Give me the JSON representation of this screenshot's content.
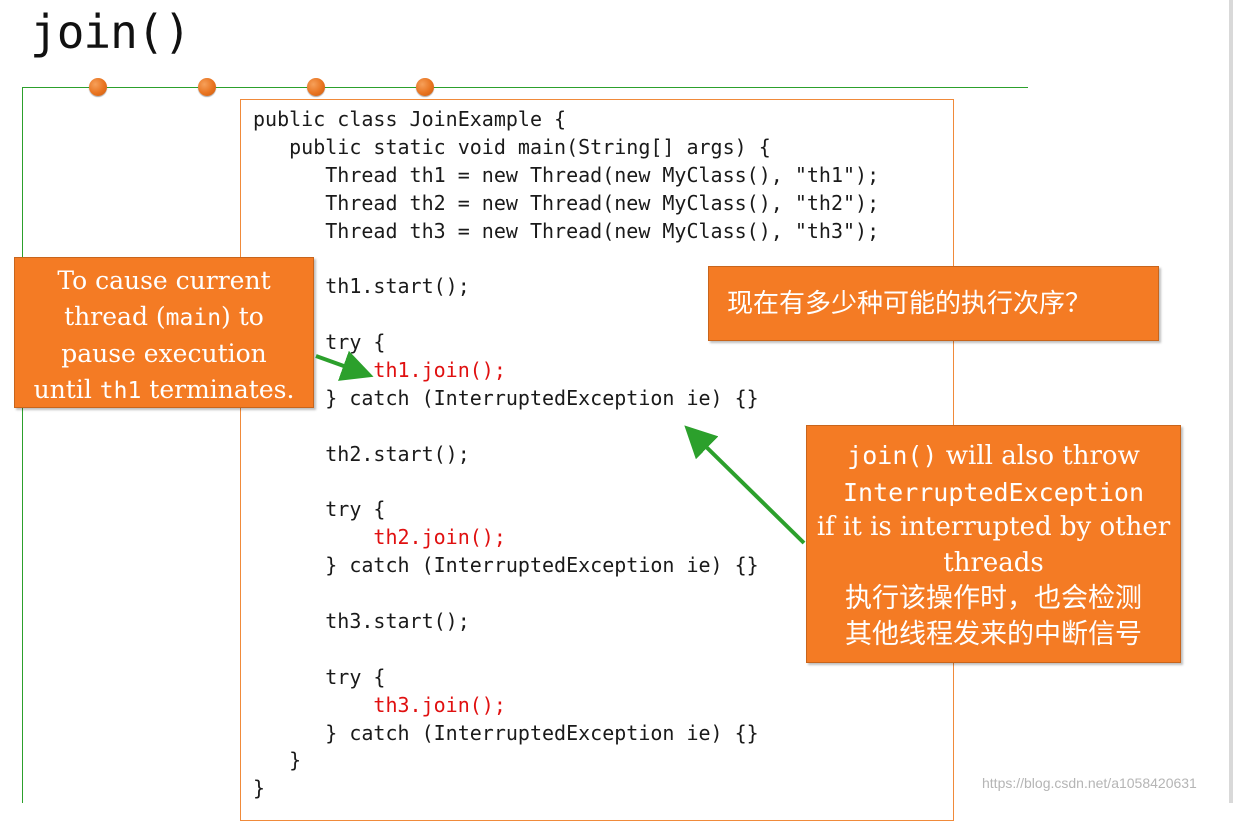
{
  "slide": {
    "title": "join()",
    "code_lines": [
      {
        "text": "public class JoinExample {",
        "highlight": false
      },
      {
        "text": "   public static void main(String[] args) {",
        "highlight": false
      },
      {
        "text": "      Thread th1 = new Thread(new MyClass(), \"th1\");",
        "highlight": false
      },
      {
        "text": "      Thread th2 = new Thread(new MyClass(), \"th2\");",
        "highlight": false
      },
      {
        "text": "      Thread th3 = new Thread(new MyClass(), \"th3\");",
        "highlight": false
      },
      {
        "text": "",
        "highlight": false
      },
      {
        "text": "      th1.start();",
        "highlight": false
      },
      {
        "text": "",
        "highlight": false
      },
      {
        "text": "      try {",
        "highlight": false
      },
      {
        "text": "          ",
        "hl_text": "th1.join();",
        "highlight": true
      },
      {
        "text": "      } catch (InterruptedException ie) {}",
        "highlight": false
      },
      {
        "text": "",
        "highlight": false
      },
      {
        "text": "      th2.start();",
        "highlight": false
      },
      {
        "text": "",
        "highlight": false
      },
      {
        "text": "      try {",
        "highlight": false
      },
      {
        "text": "          ",
        "hl_text": "th2.join();",
        "highlight": true
      },
      {
        "text": "      } catch (InterruptedException ie) {}",
        "highlight": false
      },
      {
        "text": "",
        "highlight": false
      },
      {
        "text": "      th3.start();",
        "highlight": false
      },
      {
        "text": "",
        "highlight": false
      },
      {
        "text": "      try {",
        "highlight": false
      },
      {
        "text": "          ",
        "hl_text": "th3.join();",
        "highlight": true
      },
      {
        "text": "      } catch (InterruptedException ie) {}",
        "highlight": false
      },
      {
        "text": "   }",
        "highlight": false
      },
      {
        "text": "}",
        "highlight": false
      }
    ],
    "callout_left": {
      "line1": "To cause current",
      "line2_pre": "thread (",
      "line2_mono": "main",
      "line2_post": ") to",
      "line3": "pause execution",
      "line4_pre": "until ",
      "line4_mono": "th1",
      "line4_post": " terminates."
    },
    "callout_question": "现在有多少种可能的执行次序？",
    "callout_right": {
      "line1_mono": "join()",
      "line1_post": "  will also throw",
      "line2_mono": "InterruptedException",
      "line3": "if it is interrupted by other",
      "line4": "threads",
      "line5": "执行该操作时，也会检测",
      "line6": "其他线程发来的中断信号"
    },
    "watermark": "https://blog.csdn.net/a1058420631"
  },
  "colors": {
    "accent_orange": "#f47b24",
    "line_green": "#2ca02c",
    "code_highlight": "#e01010"
  }
}
